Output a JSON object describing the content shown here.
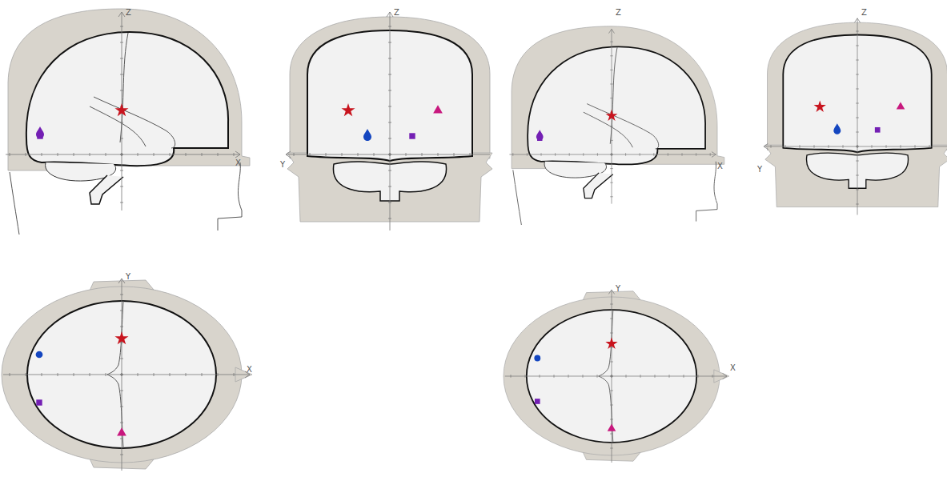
{
  "diagram": {
    "labels": [
      "Z",
      "X",
      "Z",
      "Y",
      "Z",
      "X",
      "Z",
      "Y",
      "Y",
      "X",
      "Y",
      "X"
    ]
  }
}
